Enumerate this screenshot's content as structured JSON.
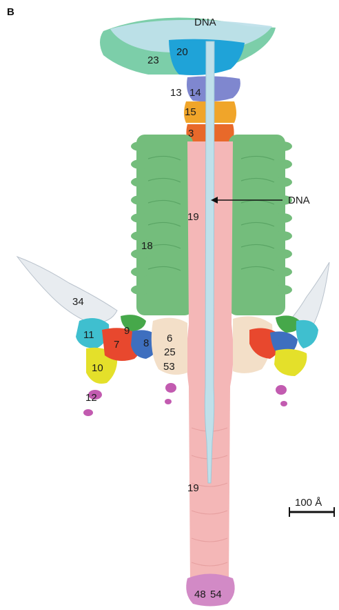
{
  "panel_label": "B",
  "labels": {
    "dna_top": "DNA",
    "dna_arrow": "DNA",
    "p20": "20",
    "p23": "23",
    "p13": "13",
    "p14": "14",
    "p15": "15",
    "p3": "3",
    "p19_upper": "19",
    "p18": "18",
    "p34": "34",
    "p11": "11",
    "p7": "7",
    "p9": "9",
    "p8": "8",
    "p6": "6",
    "p25": "25",
    "p53": "53",
    "p10": "10",
    "p12": "12",
    "p19_lower": "19",
    "p48": "48",
    "p54": "54"
  },
  "scale_bar": {
    "label": "100 Å"
  },
  "colors": {
    "dna": "#bfe0ea",
    "gp20": "#1fa3d8",
    "gp23": "#6ec9a0",
    "gp13_14": "#7f87cf",
    "gp15": "#f0a52a",
    "gp3": "#e8692a",
    "gp18": "#74bd7c",
    "gp19": "#f4b7b7",
    "gp34": "#e8ecf0",
    "gp11": "#3fbfcf",
    "gp7": "#e8482e",
    "gp8": "#3e6fbf",
    "gp9": "#46a84a",
    "baseplate": "#f3dfc8",
    "gp10": "#e4e02a",
    "gp12": "#c25bb0",
    "gp48_54": "#d28ac6"
  }
}
